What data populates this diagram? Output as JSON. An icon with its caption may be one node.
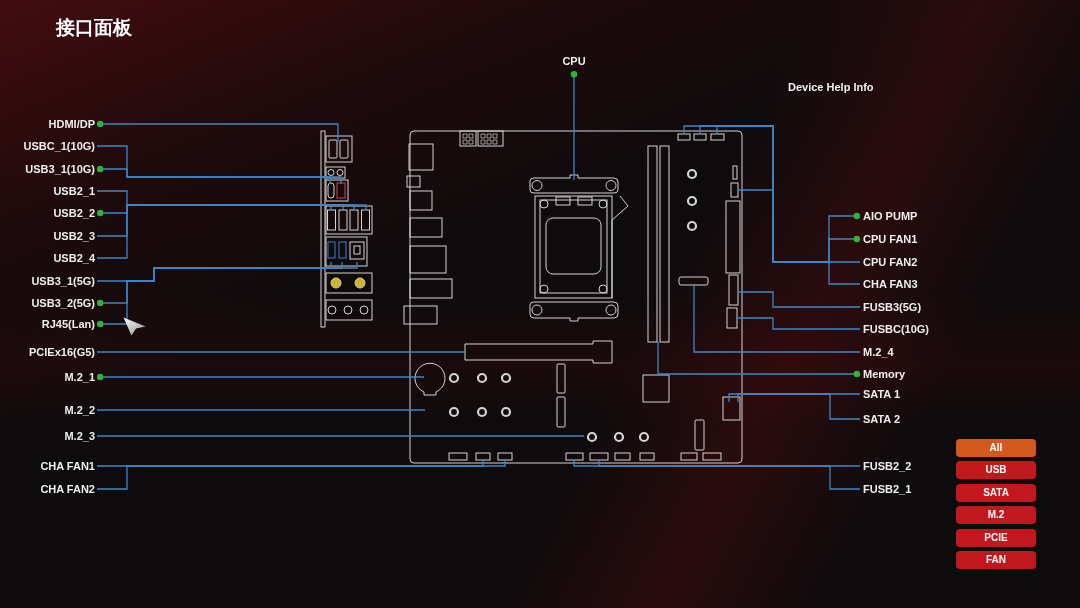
{
  "diagram": {
    "title": "接口面板",
    "nodes": [
      {
        "text": [
          "CPU"
        ]
      },
      {
        "text": [
          "HDMI/DP"
        ]
      },
      {
        "text": [
          "USBC_1(10G)"
        ]
      },
      {
        "text": [
          "USB3_1(10G)"
        ]
      },
      {
        "text": [
          "USB2_1"
        ]
      },
      {
        "text": [
          "USB2_2"
        ]
      },
      {
        "text": [
          "USB2_3"
        ]
      },
      {
        "text": [
          "USB2_4"
        ]
      },
      {
        "text": [
          "USB3_1(5G)"
        ]
      },
      {
        "text": [
          "USB3_2(5G)"
        ]
      },
      {
        "text": [
          "RJ45(Lan)"
        ]
      },
      {
        "text": [
          "PCIEx16(G5)"
        ]
      },
      {
        "text": [
          "M.2_1"
        ]
      },
      {
        "text": [
          "M.2_2"
        ]
      },
      {
        "text": [
          "M.2_3"
        ]
      },
      {
        "text": [
          "CHA FAN1"
        ]
      },
      {
        "text": [
          "CHA FAN2"
        ]
      },
      {
        "text": [
          "AIO PUMP"
        ]
      },
      {
        "text": [
          "CPU FAN1"
        ]
      },
      {
        "text": [
          "CPU FAN2"
        ]
      },
      {
        "text": [
          "CHA FAN3"
        ]
      },
      {
        "text": [
          "FUSB3(5G)"
        ]
      },
      {
        "text": [
          "FUSBC(10G)"
        ]
      },
      {
        "text": [
          "M.2_4"
        ]
      },
      {
        "text": [
          "Memory"
        ]
      },
      {
        "text": [
          "SATA 1"
        ]
      },
      {
        "text": [
          "SATA 2"
        ]
      },
      {
        "text": [
          "FUSB2_2"
        ]
      },
      {
        "text": [
          "FUSB2_1"
        ]
      },
      {
        "text": [
          "All"
        ]
      },
      {
        "text": [
          "USB"
        ]
      },
      {
        "text": [
          "SATA"
        ]
      },
      {
        "text": [
          "M.2"
        ]
      },
      {
        "text": [
          "PCIE"
        ]
      },
      {
        "text": [
          "FAN"
        ]
      }
    ],
    "edges": [
      {
        "from": 0,
        "to": null,
        "arrow": "other"
      },
      {
        "from": 1,
        "to": null,
        "arrow": "other"
      },
      {
        "from": 2,
        "to": null,
        "arrow": "none"
      },
      {
        "from": 3,
        "to": null,
        "arrow": "other"
      },
      {
        "from": 4,
        "to": null,
        "arrow": "none"
      },
      {
        "from": 5,
        "to": null,
        "arrow": "other"
      },
      {
        "from": 6,
        "to": null,
        "arrow": "none"
      },
      {
        "from": 7,
        "to": null,
        "arrow": "none"
      },
      {
        "from": 8,
        "to": null,
        "arrow": "none"
      },
      {
        "from": 9,
        "to": null,
        "arrow": "other"
      },
      {
        "from": 10,
        "to": null,
        "arrow": "other"
      },
      {
        "from": 11,
        "to": null,
        "arrow": "none"
      },
      {
        "from": 12,
        "to": null,
        "arrow": "other"
      },
      {
        "from": 13,
        "to": null,
        "arrow": "none"
      },
      {
        "from": 14,
        "to": null,
        "arrow": "none"
      },
      {
        "from": 15,
        "to": null,
        "arrow": "none"
      },
      {
        "from": 16,
        "to": null,
        "arrow": "none"
      },
      {
        "from": 17,
        "to": null,
        "arrow": "other"
      },
      {
        "from": 18,
        "to": null,
        "arrow": "other"
      },
      {
        "from": 19,
        "to": null,
        "arrow": "none"
      },
      {
        "from": 20,
        "to": null,
        "arrow": "none"
      },
      {
        "from": 21,
        "to": null,
        "arrow": "none"
      },
      {
        "from": 22,
        "to": null,
        "arrow": "none"
      },
      {
        "from": 23,
        "to": null,
        "arrow": "none"
      },
      {
        "from": 24,
        "to": null,
        "arrow": "other"
      },
      {
        "from": 25,
        "to": null,
        "arrow": "none"
      },
      {
        "from": 26,
        "to": null,
        "arrow": "none"
      },
      {
        "from": 27,
        "to": null,
        "arrow": "none"
      },
      {
        "from": 28,
        "to": null,
        "arrow": "none"
      }
    ],
    "labels": [
      "Device Help Info"
    ]
  }
}
